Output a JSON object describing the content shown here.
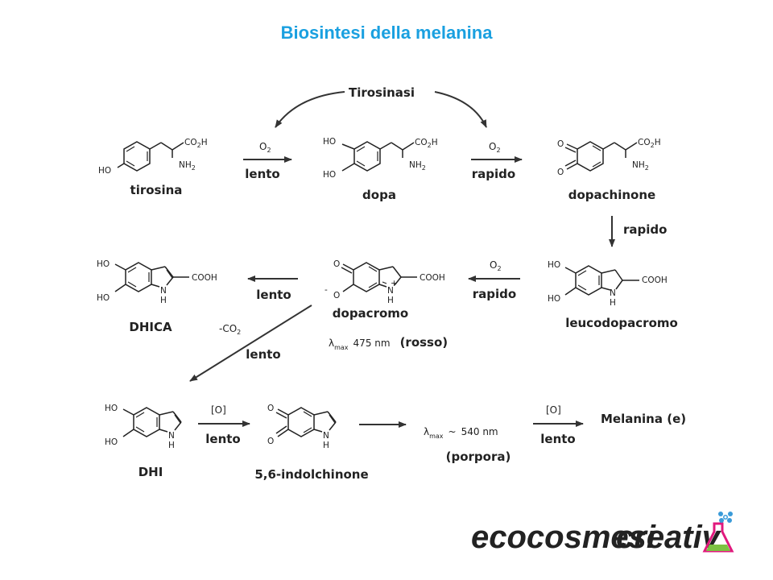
{
  "title": "Biosintesi della melanina",
  "enzyme": "Tirosinasi",
  "compounds": {
    "tirosina": "tirosina",
    "dopa": "dopa",
    "dopachinone": "dopachinone",
    "leucodopacromo": "leucodopacromo",
    "dopacromo": "dopacromo",
    "dhica": "DHICA",
    "dhi": "DHI",
    "indolchinone": "5,6-indolchinone",
    "melanina": "Melanina (e)"
  },
  "arrows": {
    "tyr_dopa": {
      "reagent": "O",
      "reagent_sub": "2",
      "speed": "lento"
    },
    "dopa_dq": {
      "reagent": "O",
      "reagent_sub": "2",
      "speed": "rapido"
    },
    "dq_leuco": {
      "speed": "rapido"
    },
    "leuco_dc": {
      "reagent": "O",
      "reagent_sub": "2",
      "speed": "rapido"
    },
    "dc_dhica": {
      "speed": "lento"
    },
    "dc_dhi": {
      "reagent": "-CO",
      "reagent_sub": "2",
      "speed": "lento"
    },
    "dhi_ind": {
      "reagent": "[O]",
      "speed": "lento"
    },
    "purple_mel": {
      "reagent": "[O]",
      "speed": "lento"
    }
  },
  "dopacromo_lambda": {
    "symbol": "λ",
    "sub": "max",
    "value": "475 nm",
    "color": "(rosso)"
  },
  "porpora_lambda": {
    "symbol": "λ",
    "sub": "max",
    "approx": "~",
    "value": "540 nm",
    "color": "(porpora)"
  },
  "atoms": {
    "HO": "HO",
    "H": "H",
    "N": "N",
    "O": "O",
    "CO2H": "CO",
    "CO2H_sub": "2",
    "CO2H_tail": "H",
    "NH2": "NH",
    "NH2_sub": "2",
    "COOH": "COOH",
    "plus": "+",
    "minus": "-"
  },
  "logo": {
    "part1": "ecocosmesi",
    "part2": "creativ",
    "colors": {
      "green": "#7cc242",
      "magenta": "#e0197d",
      "blue": "#3a9bd9"
    }
  }
}
